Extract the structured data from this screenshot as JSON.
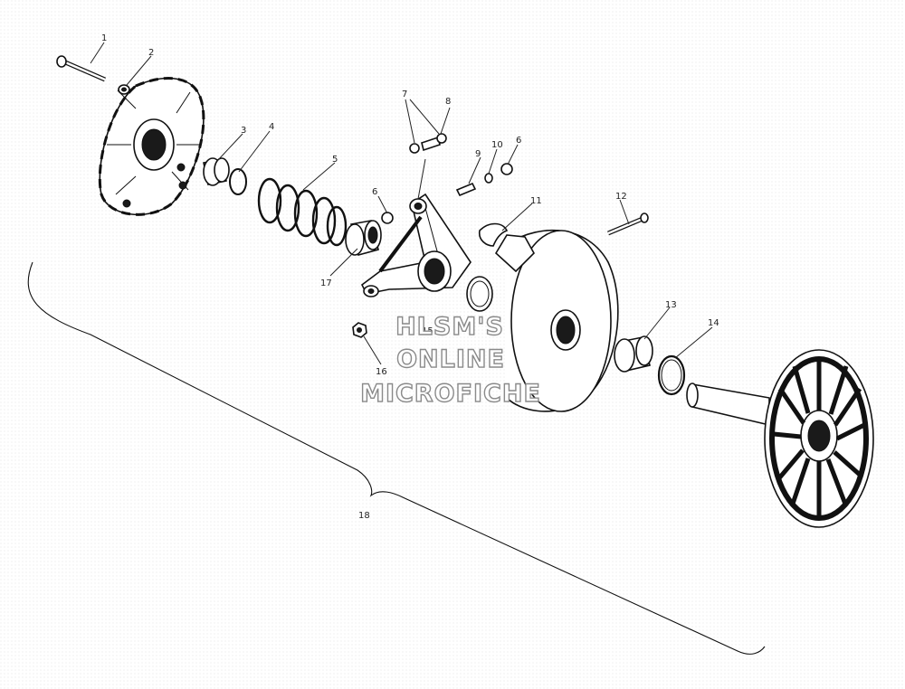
{
  "callouts": {
    "c1": "1",
    "c2": "2",
    "c3": "3",
    "c4": "4",
    "c5": "5",
    "c6a": "6",
    "c6b": "6",
    "c7": "7",
    "c8": "8",
    "c9": "9",
    "c10": "10",
    "c11": "11",
    "c12": "12",
    "c13": "13",
    "c14": "14",
    "c15": "15",
    "c16": "16",
    "c17": "17",
    "c18": "18"
  },
  "watermark": {
    "line1": "HLSM'S",
    "line2": "ONLINE",
    "line3": "MICROFICHE"
  },
  "colors": {
    "ink": "#111111",
    "watermark_outline": "#8a8a8a",
    "background": "#ffffff"
  }
}
